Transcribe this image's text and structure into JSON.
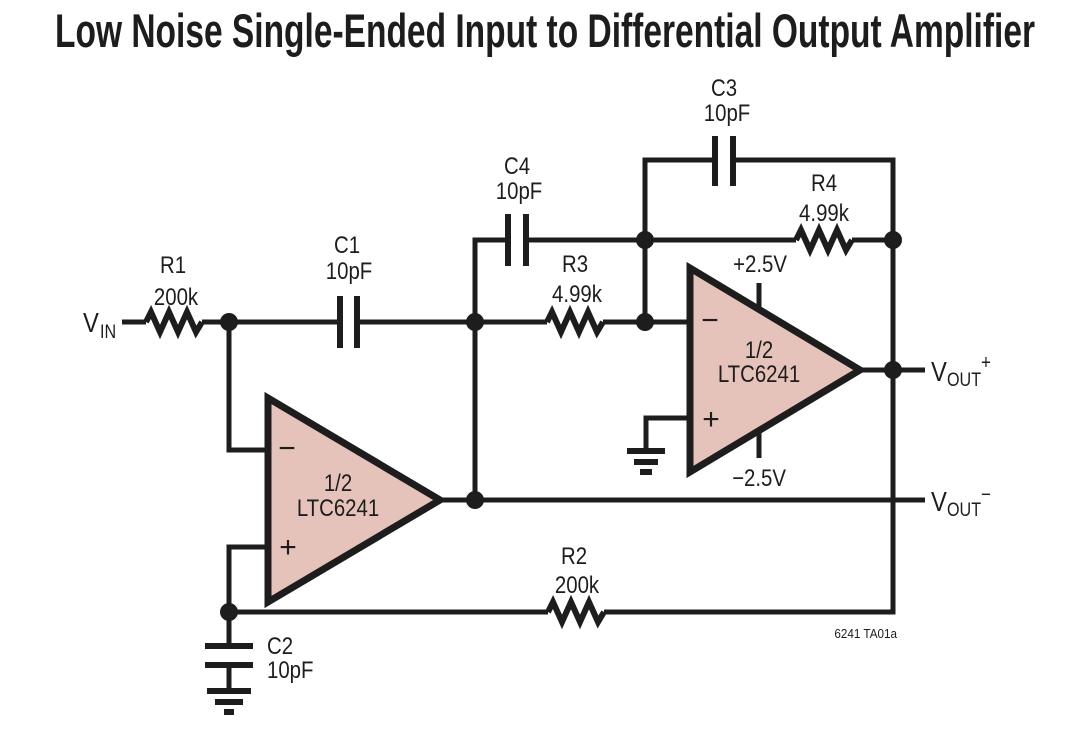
{
  "title": "Low Noise Single-Ended Input to Differential Output Amplifier",
  "note": "6241 TA01a",
  "colors": {
    "line": "#1d1d1d",
    "opamp_fill": "#e5c2ba",
    "background": "#ffffff"
  },
  "ports": {
    "vin": {
      "symbol": "V",
      "subscript": "IN"
    },
    "vout_plus": {
      "symbol": "V",
      "subscript": "OUT",
      "superscript": "+"
    },
    "vout_minus": {
      "symbol": "V",
      "subscript": "OUT",
      "superscript": "−"
    }
  },
  "supplies": {
    "positive": "+2.5V",
    "negative": "−2.5V"
  },
  "components": {
    "r1": {
      "ref": "R1",
      "value": "200k"
    },
    "r2": {
      "ref": "R2",
      "value": "200k"
    },
    "r3": {
      "ref": "R3",
      "value": "4.99k"
    },
    "r4": {
      "ref": "R4",
      "value": "4.99k"
    },
    "c1": {
      "ref": "C1",
      "value": "10pF"
    },
    "c2": {
      "ref": "C2",
      "value": "10pF"
    },
    "c3": {
      "ref": "C3",
      "value": "10pF"
    },
    "c4": {
      "ref": "C4",
      "value": "10pF"
    }
  },
  "opamps": {
    "left": {
      "designator": "1/2",
      "part": "LTC6241",
      "inverting_label": "−",
      "noninverting_label": "+"
    },
    "right": {
      "designator": "1/2",
      "part": "LTC6241",
      "inverting_label": "−",
      "noninverting_label": "+"
    }
  }
}
